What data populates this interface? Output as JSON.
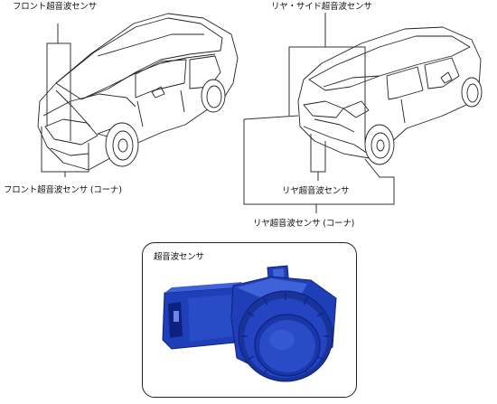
{
  "labels": {
    "front_sensor": "フロント超音波センサ",
    "rear_side_sensor": "リヤ・サイド超音波センサ",
    "front_corner_sensor": "フロント超音波センサ (コーナ)",
    "rear_sensor": "リヤ超音波センサ",
    "rear_corner_sensor": "リヤ超音波センサ (コーナ)",
    "sensor_closeup_title": "超音波センサ"
  },
  "colors": {
    "line": "#222222",
    "sensor_body": "#1f3fb8",
    "sensor_dark": "#0e2180",
    "sensor_light": "#3f62d8"
  },
  "icons": [
    "car-front-view-illustration",
    "car-rear-view-illustration",
    "ultrasonic-sensor-illustration"
  ]
}
